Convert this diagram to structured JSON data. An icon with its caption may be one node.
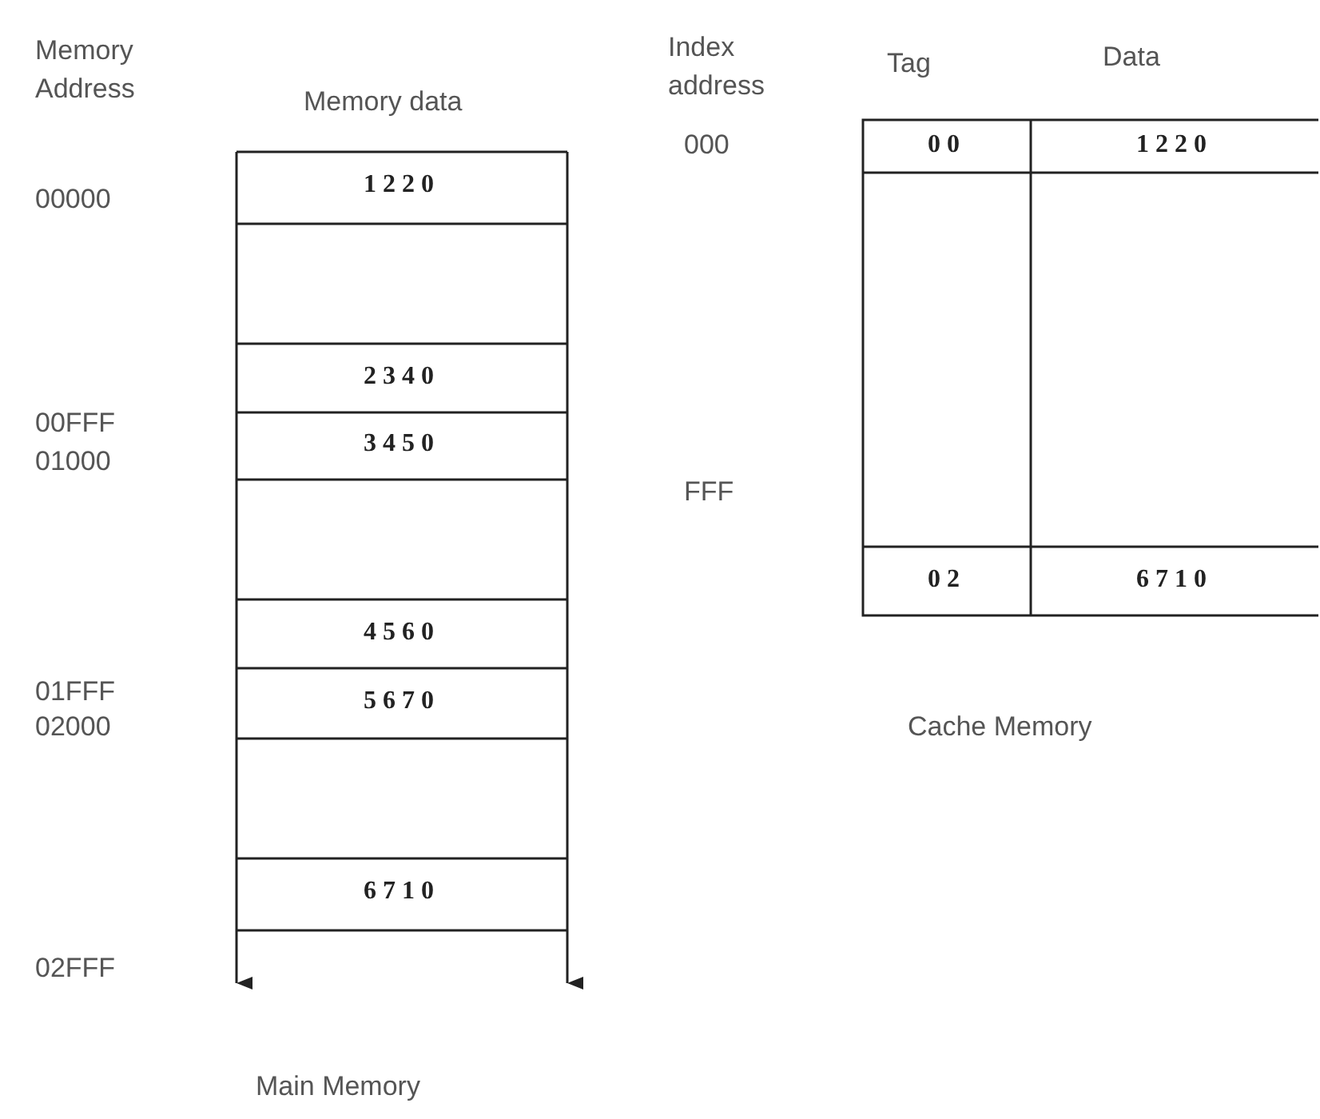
{
  "diagram": {
    "labels": [
      "Memory Address",
      "Memory data",
      "00000",
      "1220",
      "00FFF",
      "2340",
      "01000",
      "3450",
      "01FFF",
      "4560",
      "02000",
      "5670",
      "6710",
      "02FFF",
      "Main Memory",
      "Index address",
      "Tag",
      "Data",
      "000",
      "00",
      "1220",
      "FFF",
      "02",
      "6710",
      "Cache Memory"
    ]
  }
}
